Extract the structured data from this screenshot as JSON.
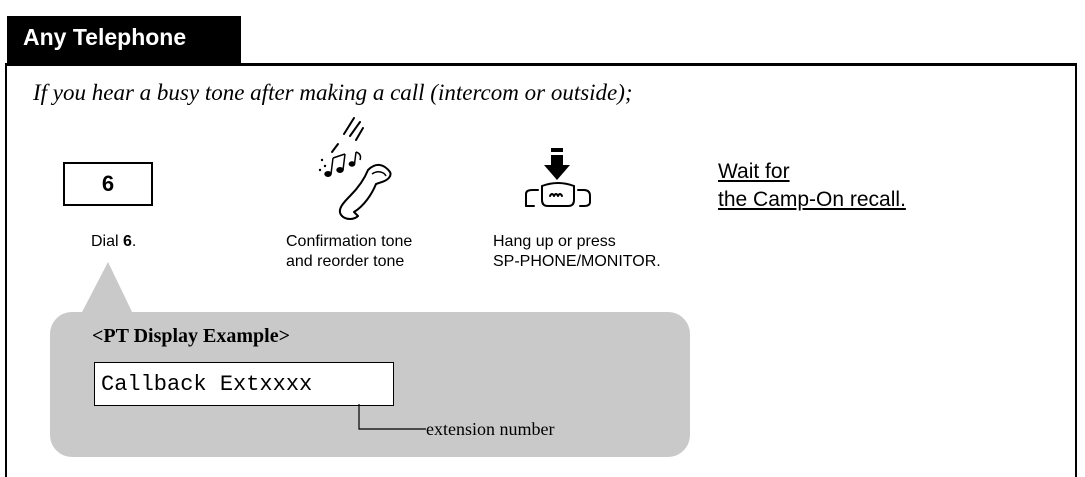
{
  "header": {
    "tab_label": "Any Telephone"
  },
  "intro": "If you hear a busy tone after making a call  (intercom or outside);",
  "steps": {
    "dial": {
      "key": "6",
      "caption_prefix": "Dial ",
      "caption_key": "6",
      "caption_suffix": "."
    },
    "tone": {
      "caption_line1": "Confirmation tone",
      "caption_line2": "and reorder tone"
    },
    "hangup": {
      "caption_line1": "Hang up or press",
      "caption_line2": "SP-PHONE/MONITOR."
    },
    "wait": {
      "line1": "Wait for",
      "line2": "the Camp-On recall."
    }
  },
  "display_example": {
    "title": "<PT Display Example>",
    "lcd_text": "Callback Extxxxx",
    "annotation": "extension number"
  },
  "icons": [
    "handset-tone-icon",
    "hang-up-icon"
  ],
  "colors": {
    "tab_bg": "#000000",
    "bubble_bg": "#c9c9c9"
  }
}
